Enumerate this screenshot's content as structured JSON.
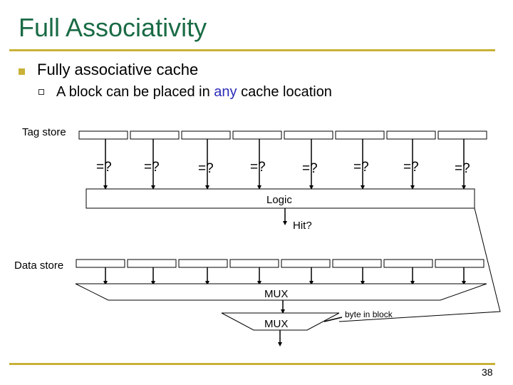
{
  "title": "Full Associativity",
  "bullet1": "Fully associative cache",
  "bullet2": {
    "pre": "A block can be placed in ",
    "highlight": "any",
    "post": " cache location"
  },
  "diagram": {
    "tag_store_label": "Tag store",
    "comparator_label": "=?",
    "logic_label": "Logic",
    "hit_label": "Hit?",
    "data_store_label": "Data store",
    "mux_label": "MUX",
    "mux2_label": "MUX",
    "byte_in_block_label": "byte in block"
  },
  "page_number": "38",
  "colors": {
    "title": "#1a6b45",
    "rule": "#c8b238",
    "highlight": "#2b2bb8"
  }
}
